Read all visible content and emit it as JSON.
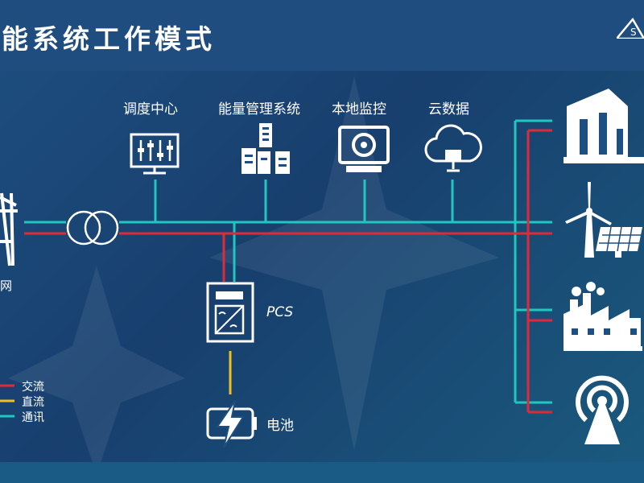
{
  "header": {
    "title": "能系统工作模式"
  },
  "nodes": {
    "dispatch": "调度中心",
    "ems": "能量管理系统",
    "monitor": "本地监控",
    "cloud": "云数据",
    "pcs": "PCS",
    "battery": "电池",
    "grid": "网"
  },
  "legend": [
    {
      "label": "交流",
      "color": "#e02a3a"
    },
    {
      "label": "直流",
      "color": "#f0c020"
    },
    {
      "label": "通讯",
      "color": "#1fc7c0"
    }
  ],
  "colors": {
    "ac": "#e02a3a",
    "dc": "#f0c020",
    "comm": "#1fc7c0",
    "background": "#1d4f80"
  },
  "icons": [
    "tower-icon",
    "transformer-icon",
    "dispatch-panel-icon",
    "server-icon",
    "monitor-camera-icon",
    "cloud-computer-icon",
    "pcs-cabinet-icon",
    "battery-icon",
    "building-icon",
    "wind-solar-icon",
    "factory-icon",
    "signal-tower-icon",
    "logo-icon"
  ]
}
